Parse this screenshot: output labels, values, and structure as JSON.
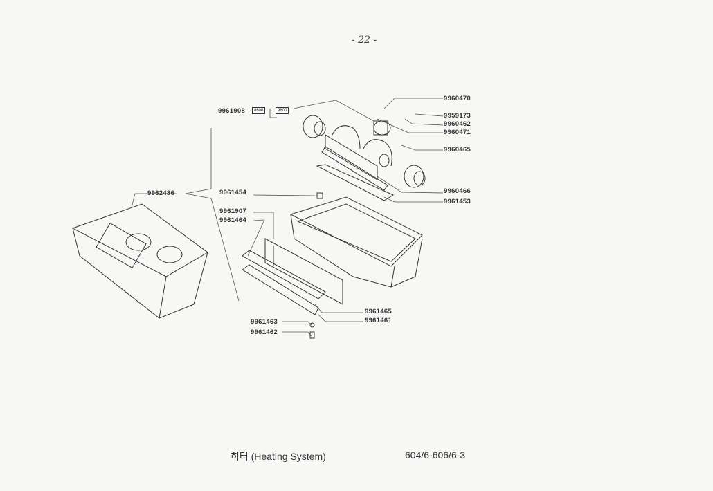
{
  "page_number": "- 22 -",
  "parts": {
    "p9960470": "9960470",
    "p9959173": "9959173",
    "p9960462": "9960462",
    "p9960471": "9960471",
    "p9960465": "9960465",
    "p9960466": "9960466",
    "p9961453": "9961453",
    "p9961908": "9961908",
    "p9961454": "9961454",
    "p9962486": "9962486",
    "p9961907": "9961907",
    "p9961464": "9961464",
    "p9961465": "9961465",
    "p9961461": "9961461",
    "p9961463": "9961463",
    "p9961462": "9961462"
  },
  "variant_boxes": [
    "8600",
    "9600"
  ],
  "footer": {
    "title": "히터 (Heating System)",
    "model": "604/6-606/6-3"
  }
}
